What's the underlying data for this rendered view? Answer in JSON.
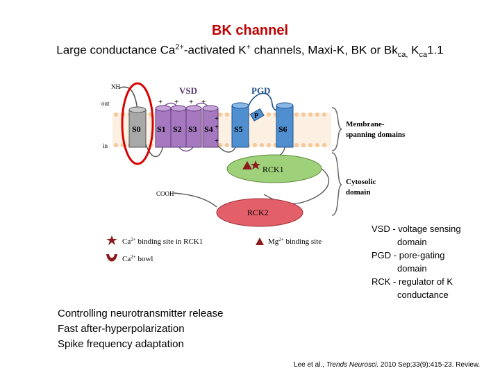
{
  "title": "BK channel",
  "subtitle": {
    "prefix": "Large conductance Ca",
    "sup1": "2+",
    "mid": "-activated K",
    "sup2": "+",
    "rest": " channels, Maxi-K, BK or Bk",
    "sub1": "ca,",
    "gap": " K",
    "sub2": "ca",
    "suffix": "1.1"
  },
  "diagram": {
    "nh": "NH",
    "out": "out",
    "in": "in",
    "vsd": "VSD",
    "pgd": "PGD",
    "p": "P",
    "segments": [
      "S0",
      "S1",
      "S2",
      "S3",
      "S4",
      "S5",
      "S6"
    ],
    "charges": [
      "+",
      "+",
      "+",
      "+",
      "+",
      "+",
      "+"
    ],
    "membrane_label": [
      "Membrane-",
      "spanning domains"
    ],
    "rck1": "RCK1",
    "rck2": "RCK2",
    "cytosolic_label": [
      "Cytosolic",
      "domain"
    ],
    "cooh": "COOH",
    "legend_ca_rck1": "Ca",
    "legend_ca_sup": "2+",
    "legend_ca_rck1_rest": " binding site in RCK1",
    "legend_mg": "Mg",
    "legend_mg_sup": "2+",
    "legend_mg_rest": " binding site",
    "legend_bowl": "Ca",
    "legend_bowl_sup": "2+",
    "legend_bowl_rest": " bowl"
  },
  "legend": {
    "vsd_line1": "VSD - voltage sensing",
    "vsd_line2": "domain",
    "pgd_line1": "PGD - pore-gating",
    "pgd_line2": "domain",
    "rck_line1": "RCK - regulator of K",
    "rck_line2": "conductance"
  },
  "roles": [
    "Controlling neurotransmitter release",
    "Fast after-hyperpolarization",
    "Spike frequency adaptation"
  ],
  "citation": {
    "authors": "Lee et al., ",
    "journal": "Trends Neurosci.",
    "rest": " 2010 Sep;33(9):415-23. Review."
  },
  "colors": {
    "title": "#c00000",
    "s0": "#a8a8a8",
    "vsd": "#a678c0",
    "pgd": "#4f8fd0",
    "rck1": "#9fd17a",
    "rck2": "#e35f6a",
    "highlight": "#d90000"
  }
}
